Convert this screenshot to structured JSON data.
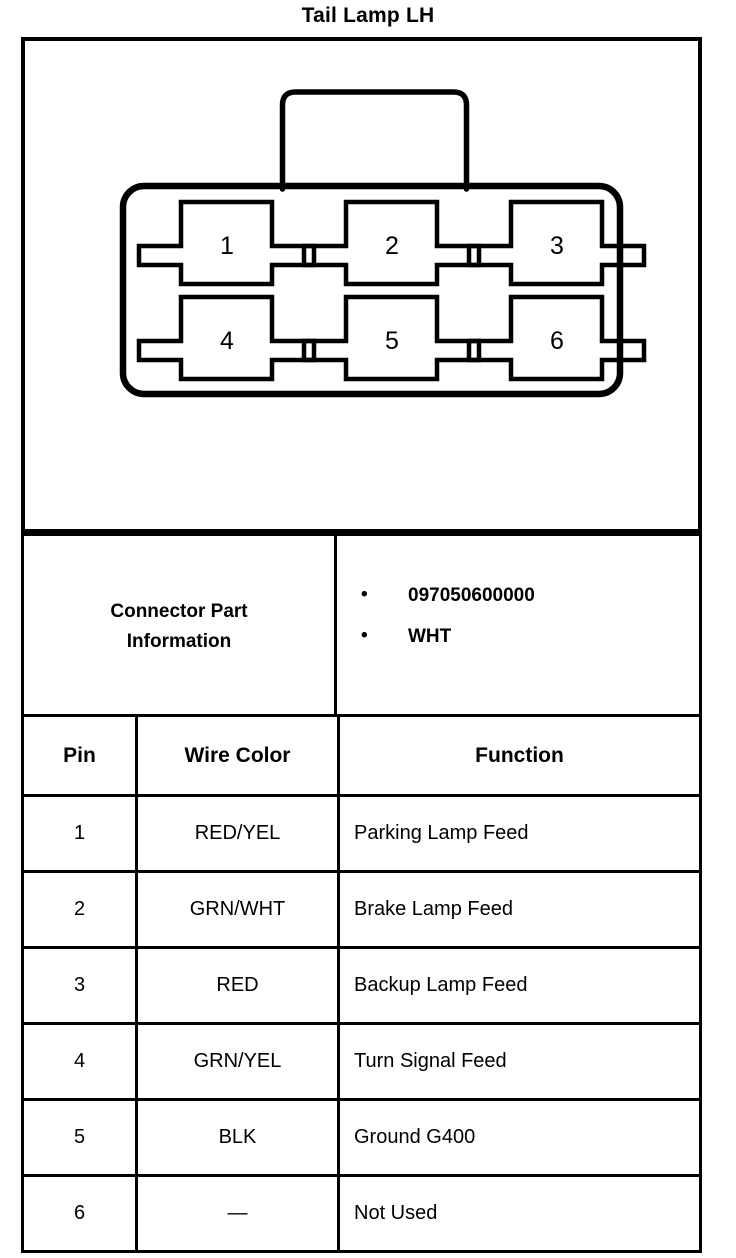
{
  "title": "Tail Lamp LH",
  "connector": {
    "cavity_labels": [
      "1",
      "2",
      "3",
      "4",
      "5",
      "6"
    ],
    "rows": 2,
    "columns": 3,
    "outline_color": "#000000"
  },
  "part_info": {
    "label_line1": "Connector Part",
    "label_line2": "Information",
    "bullet_glyph": "•",
    "items": [
      "097050600000",
      "WHT"
    ]
  },
  "pin_table": {
    "headers": [
      "Pin",
      "Wire Color",
      "Function"
    ],
    "rows": [
      {
        "pin": "1",
        "color": "RED/YEL",
        "function": "Parking Lamp Feed"
      },
      {
        "pin": "2",
        "color": "GRN/WHT",
        "function": "Brake Lamp Feed"
      },
      {
        "pin": "3",
        "color": "RED",
        "function": "Backup Lamp Feed"
      },
      {
        "pin": "4",
        "color": "GRN/YEL",
        "function": "Turn Signal Feed"
      },
      {
        "pin": "5",
        "color": "BLK",
        "function": "Ground G400"
      },
      {
        "pin": "6",
        "color": "—",
        "function": "Not Used"
      }
    ]
  }
}
